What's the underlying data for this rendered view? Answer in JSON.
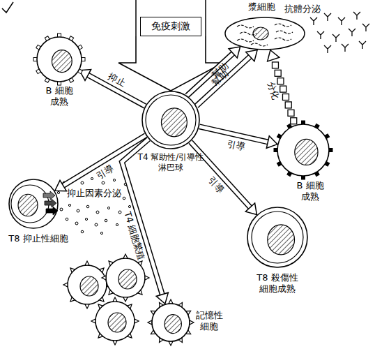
{
  "diagram": {
    "nodes": [
      {
        "text": [
          "免疫刺激"
        ]
      },
      {
        "text": [
          "B 細胞 成熟"
        ]
      },
      {
        "text": [
          "漿細胞"
        ]
      },
      {
        "text": [
          "T4 幫助性/引導性 淋巴球"
        ]
      },
      {
        "text": [
          "B 細胞 成熟"
        ]
      },
      {
        "text": [
          "T8 抑止性細胞"
        ]
      },
      {
        "text": [
          "T8 殺傷性 細胞成熟"
        ]
      },
      {
        "text": [
          "記憶性 細胞"
        ]
      }
    ],
    "edges": [
      {
        "from": 0,
        "to": 3,
        "arrow": "to"
      },
      {
        "from": 3,
        "to": 1,
        "label": "抑止",
        "arrow": "to"
      },
      {
        "from": 3,
        "to": 2,
        "label": "幫助",
        "arrow": "to"
      },
      {
        "from": 3,
        "to": 2,
        "label": "幫助",
        "arrow": "to"
      },
      {
        "from": 3,
        "to": 4,
        "label": "引導",
        "arrow": "to"
      },
      {
        "from": 4,
        "to": 2,
        "label": "分化",
        "arrow": "to"
      },
      {
        "from": 3,
        "to": 5,
        "label": "引導",
        "arrow": "to"
      },
      {
        "from": 3,
        "to": 6,
        "label": "引導",
        "arrow": "to"
      },
      {
        "from": 3,
        "to": 7,
        "label": "T4 細胞繁殖",
        "arrow": "to"
      }
    ],
    "labels": [
      "抗體分泌",
      "抑止因素分泌"
    ]
  }
}
